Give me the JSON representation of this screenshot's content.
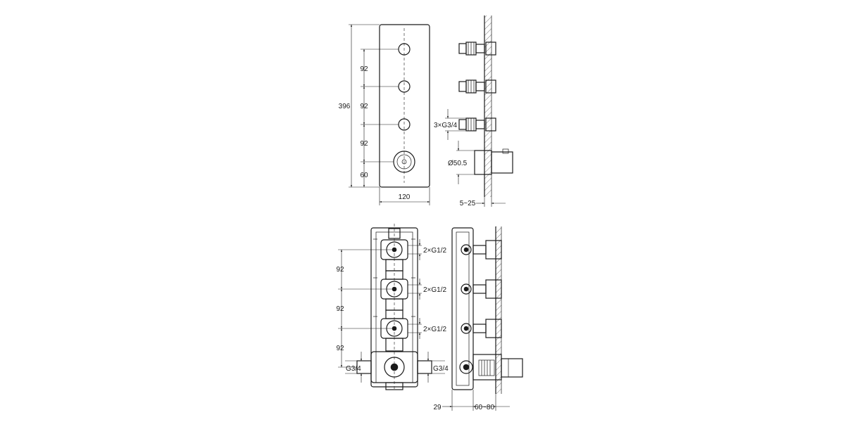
{
  "front_view": {
    "dims": {
      "height_total": "396",
      "spacing_1": "92",
      "spacing_2": "92",
      "spacing_3": "92",
      "spacing_bottom": "60",
      "width": "120"
    }
  },
  "side_view": {
    "dims": {
      "thread": "3×G3/4",
      "diameter": "Ø50.5",
      "wall_depth": "5~25"
    }
  },
  "body_front": {
    "dims": {
      "spacing_1": "92",
      "spacing_2": "92",
      "spacing_3": "92",
      "port_1": "2×G1/2",
      "port_2": "2×G1/2",
      "port_3": "2×G1/2",
      "inlet_left": "G3/4",
      "inlet_right": "G3/4"
    }
  },
  "body_side": {
    "dims": {
      "offset": "29",
      "depth": "60~80"
    }
  }
}
